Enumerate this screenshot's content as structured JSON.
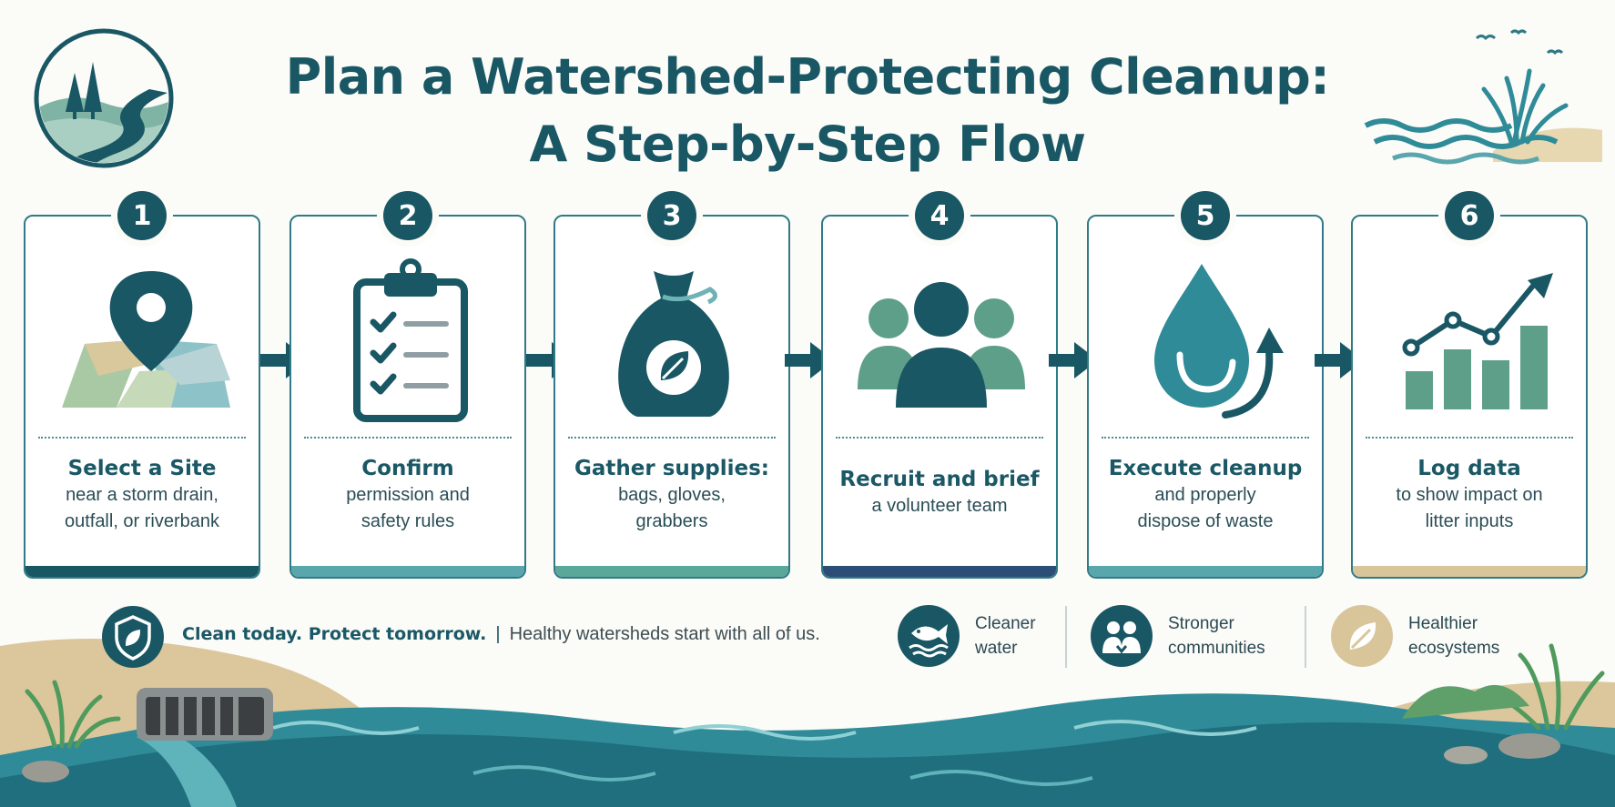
{
  "title": {
    "line1": "Plan a Watershed-Protecting Cleanup:",
    "line2": "A Step-by-Step Flow"
  },
  "colors": {
    "primary": "#195764",
    "teal": "#2f8b98",
    "sage": "#5e9f8a",
    "sand": "#d9c59a",
    "navy": "#2c4e76"
  },
  "steps": [
    {
      "number": "1",
      "heading": "Select a Site",
      "lines": [
        "near a storm drain,",
        "outfall, or riverbank"
      ],
      "icon": "map-pin-icon",
      "bar_color": "#195764"
    },
    {
      "number": "2",
      "heading": "Confirm",
      "lines": [
        "permission and",
        "safety rules"
      ],
      "icon": "clipboard-checklist-icon",
      "bar_color": "#5aa6ad"
    },
    {
      "number": "3",
      "heading": "Gather supplies:",
      "lines": [
        "bags, gloves,",
        "grabbers"
      ],
      "icon": "trash-bag-icon",
      "bar_color": "#5aa89a"
    },
    {
      "number": "4",
      "heading": "Recruit and brief",
      "lines": [
        "a volunteer team"
      ],
      "icon": "volunteer-group-icon",
      "bar_color": "#2c4e76"
    },
    {
      "number": "5",
      "heading": "Execute cleanup",
      "lines": [
        "and properly",
        "dispose of waste"
      ],
      "icon": "water-drop-icon",
      "bar_color": "#5aa6ad"
    },
    {
      "number": "6",
      "heading": "Log data",
      "lines": [
        "to show impact on",
        "litter inputs"
      ],
      "icon": "bar-chart-trend-icon",
      "bar_color": "#d9c59a"
    }
  ],
  "footer": {
    "slogan": "Clean today. Protect tomorrow.",
    "separator": "|",
    "message": "Healthy watersheds start with all of us."
  },
  "benefits": [
    {
      "lines": [
        "Cleaner",
        "water"
      ],
      "icon": "fish-water-icon"
    },
    {
      "lines": [
        "Stronger",
        "communities"
      ],
      "icon": "community-people-icon"
    },
    {
      "lines": [
        "Healthier",
        "ecosystems"
      ],
      "icon": "leaf-icon"
    }
  ]
}
